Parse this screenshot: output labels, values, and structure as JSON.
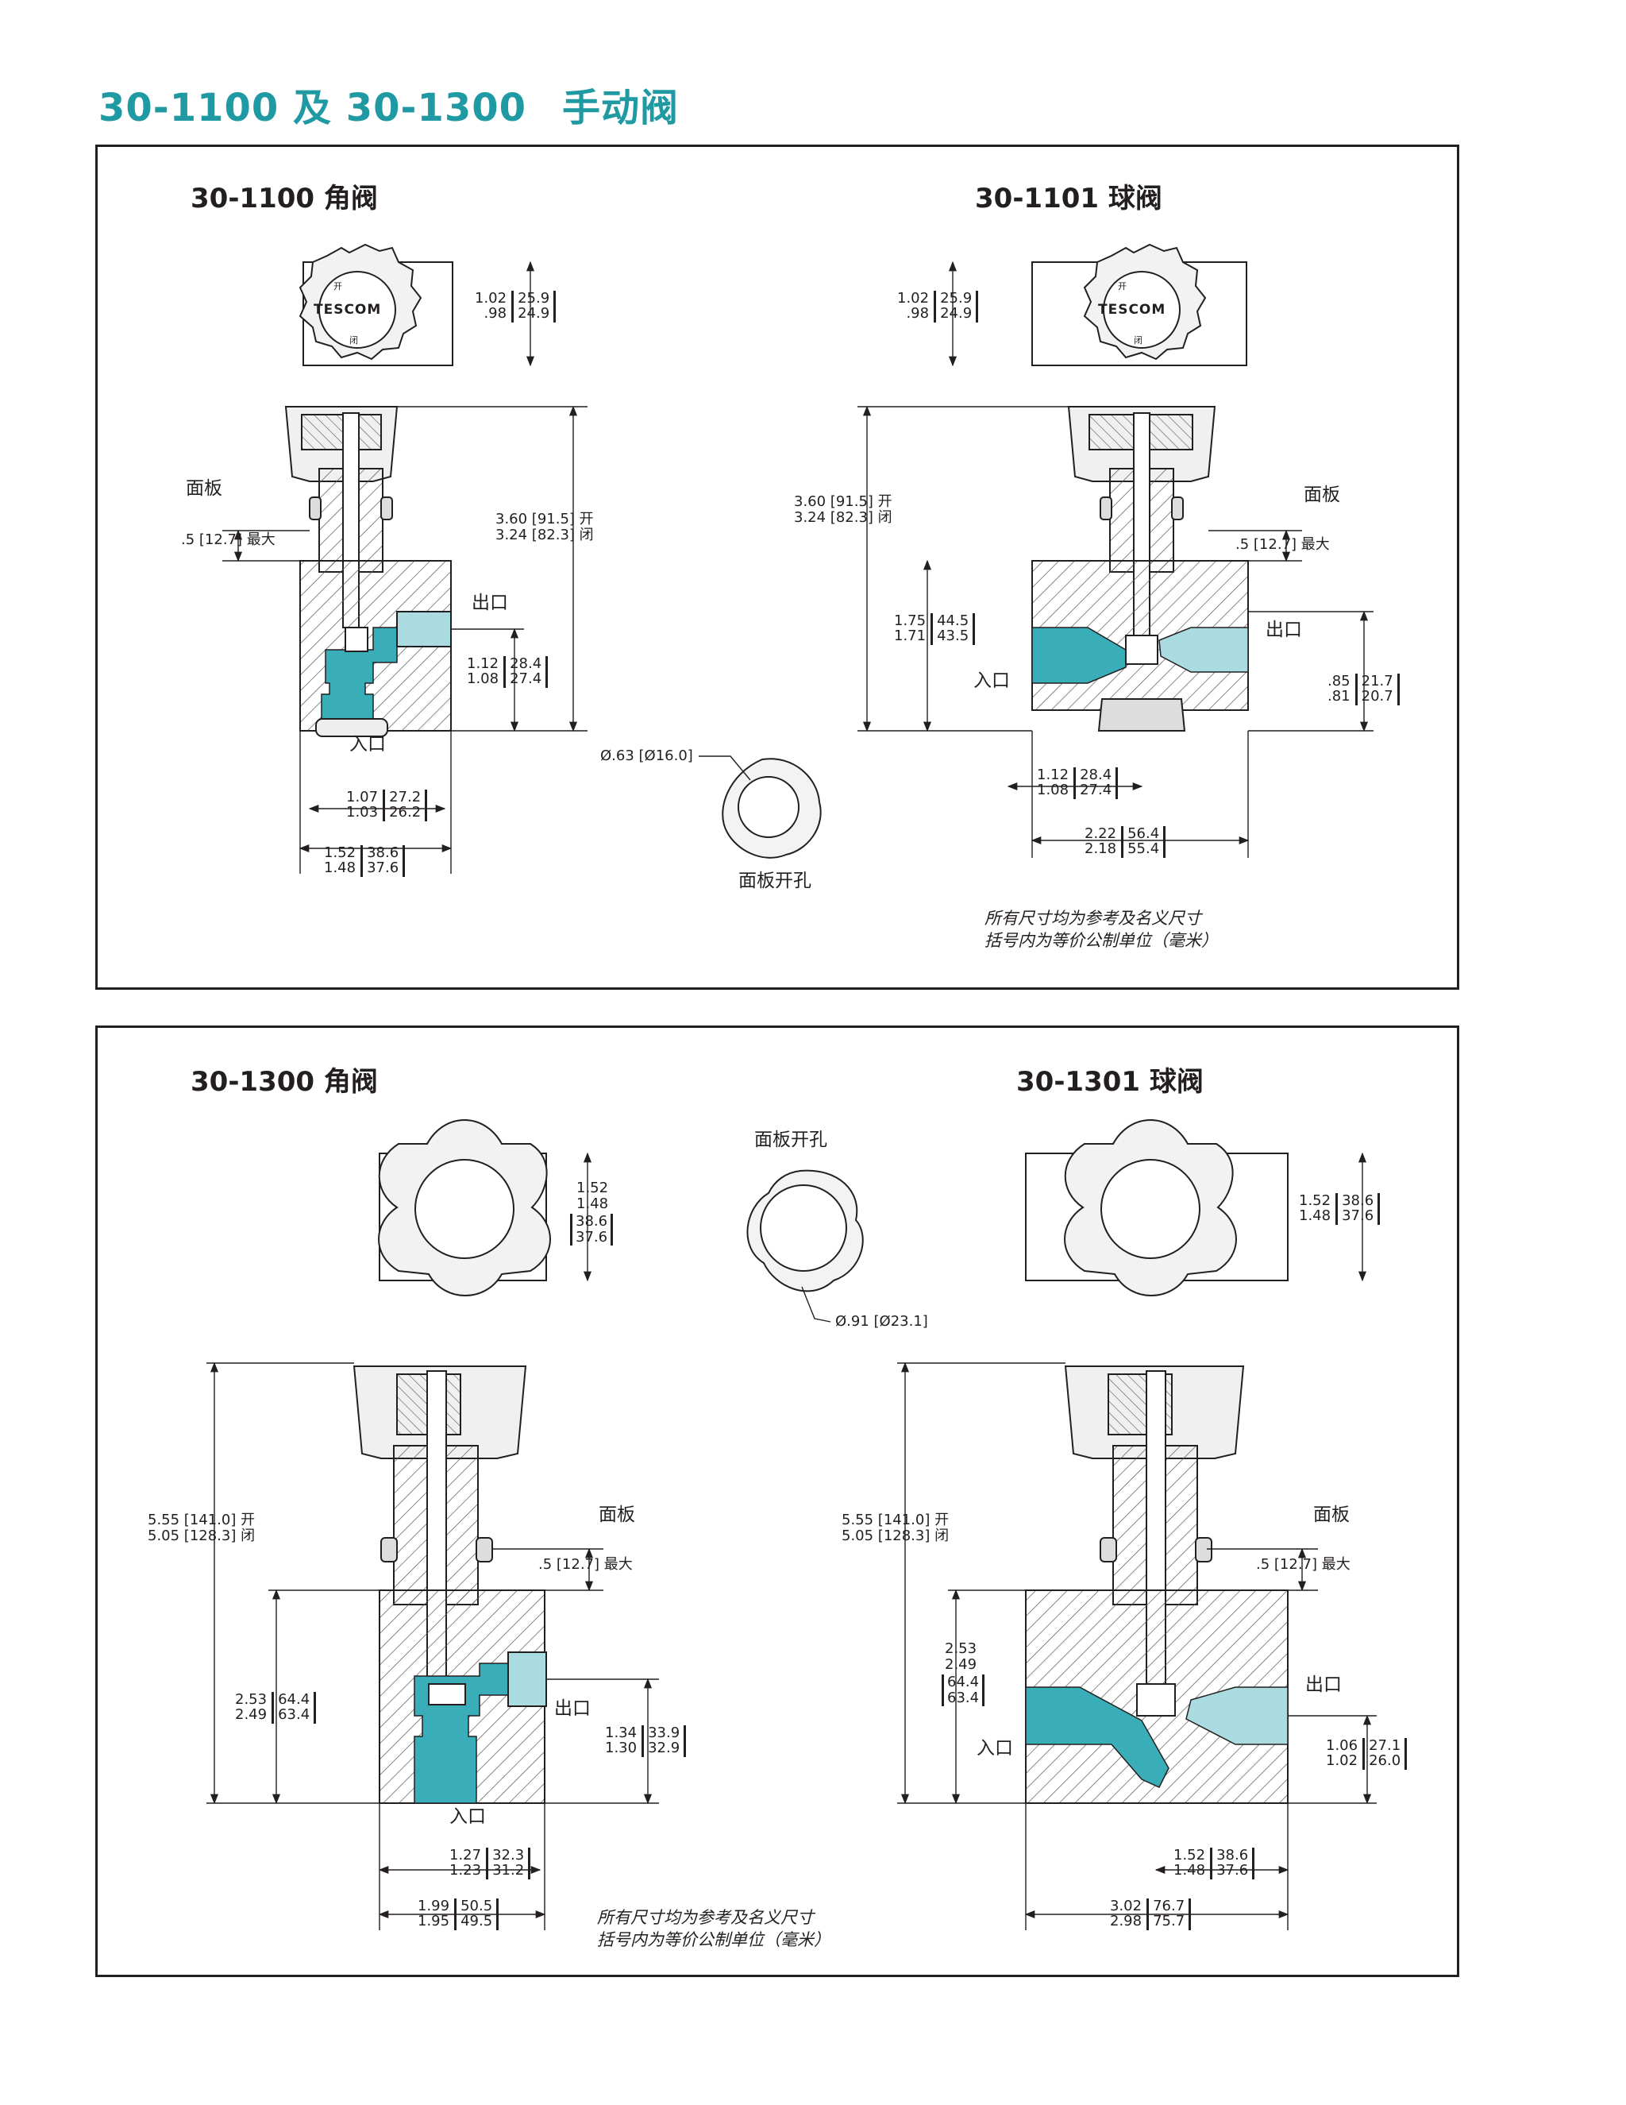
{
  "header": {
    "models": "30-1100 及 30-1300",
    "kind": "手动阀"
  },
  "brand": "TESCOM",
  "handle_marks": {
    "open": "开",
    "close": "闭"
  },
  "colors": {
    "accent": "#1f9aa3",
    "fluid": "#3aaeb8",
    "fluid_light": "#a9dbe0",
    "line": "#231f20",
    "body_fill": "#e4e4e4"
  },
  "panel1": {
    "left_title": "30-1100 角阀",
    "right_title": "30-1101 球阀",
    "left": {
      "knob_dim": {
        "in": "1.02\n.98",
        "mm": "25.9\n24.9"
      },
      "panel_label": "面板",
      "panel_max": ".5 [12.7] 最大",
      "height": "3.60 [91.5] 开\n3.24 [82.3] 闭",
      "outlet": "出口",
      "outlet_dim": {
        "in": "1.12\n1.08",
        "mm": "28.4\n27.4"
      },
      "inlet": "入口",
      "w1": {
        "in": "1.07\n1.03",
        "mm": "27.2\n26.2"
      },
      "w2": {
        "in": "1.52\n1.48",
        "mm": "38.6\n37.6"
      }
    },
    "cutout": {
      "dia": "Ø.63 [Ø16.0]",
      "label": "面板开孔"
    },
    "right": {
      "knob_dim": {
        "in": "1.02\n.98",
        "mm": "25.9\n24.9"
      },
      "panel_label": "面板",
      "panel_max": ".5 [12.7] 最大",
      "height": "3.60 [91.5] 开\n3.24 [82.3] 闭",
      "inlet_dim": {
        "in": "1.75\n1.71",
        "mm": "44.5\n43.5"
      },
      "inlet": "入口",
      "outlet": "出口",
      "outlet_dim": {
        "in": ".85\n.81",
        "mm": "21.7\n20.7"
      },
      "w1": {
        "in": "1.12\n1.08",
        "mm": "28.4\n27.4"
      },
      "w2": {
        "in": "2.22\n2.18",
        "mm": "56.4\n55.4"
      }
    },
    "note": "所有尺寸均为参考及名义尺寸\n括号内为等价公制单位（毫米）"
  },
  "panel2": {
    "left_title": "30-1300 角阀",
    "right_title": "30-1301 球阀",
    "cutout": {
      "label": "面板开孔",
      "dia": "Ø.91 [Ø23.1]"
    },
    "left": {
      "knob_dim": {
        "in": "1.52\n1.48",
        "mm": "38.6\n37.6"
      },
      "height": "5.55 [141.0] 开\n5.05 [128.3] 闭",
      "panel_label": "面板",
      "panel_max": ".5 [12.7] 最大",
      "body_dim": {
        "in": "2.53\n2.49",
        "mm": "64.4\n63.4"
      },
      "outlet": "出口",
      "outlet_dim": {
        "in": "1.34\n1.30",
        "mm": "33.9\n32.9"
      },
      "inlet": "入口",
      "w1": {
        "in": "1.27\n1.23",
        "mm": "32.3\n31.2"
      },
      "w2": {
        "in": "1.99\n1.95",
        "mm": "50.5\n49.5"
      }
    },
    "right": {
      "knob_dim": {
        "in": "1.52\n1.48",
        "mm": "38.6\n37.6"
      },
      "height": "5.55 [141.0] 开\n5.05 [128.3] 闭",
      "panel_label": "面板",
      "panel_max": ".5 [12.7] 最大",
      "body_dim": {
        "in": "2.53\n2.49",
        "mm": "64.4\n63.4"
      },
      "inlet": "入口",
      "outlet": "出口",
      "outlet_dim": {
        "in": "1.06\n1.02",
        "mm": "27.1\n26.0"
      },
      "w1": {
        "in": "1.52\n1.48",
        "mm": "38.6\n37.6"
      },
      "w2": {
        "in": "3.02\n2.98",
        "mm": "76.7\n75.7"
      }
    },
    "note": "所有尺寸均为参考及名义尺寸\n括号内为等价公制单位（毫米）"
  }
}
